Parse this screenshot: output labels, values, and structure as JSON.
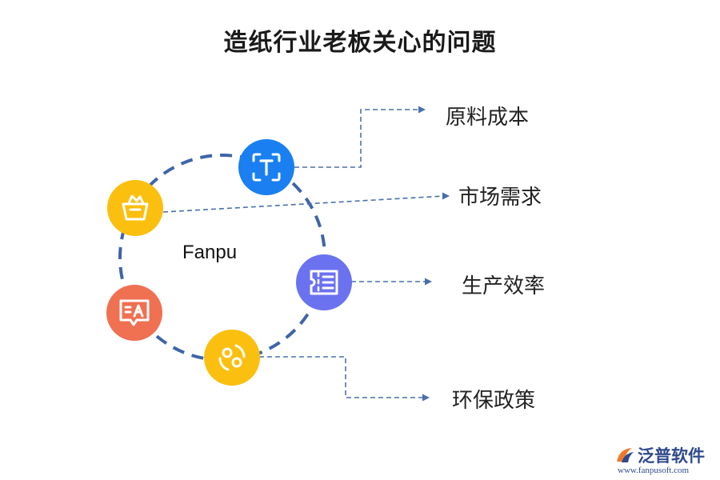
{
  "title": "造纸行业老板关心的问题",
  "center_label": "Fanpu",
  "items": [
    {
      "label": "原料成本",
      "color": "#1a7ff0",
      "icon": "text-frame-icon"
    },
    {
      "label": "市场需求",
      "color": "#fbbf0f",
      "icon": "basket-icon"
    },
    {
      "label": "生产效率",
      "color": "#6b72f0",
      "icon": "ticket-list-icon"
    },
    {
      "label": "环保政策",
      "color": "#fbbf0f",
      "icon": "recycle-icon"
    }
  ],
  "extra_node": {
    "color": "#f07052",
    "icon": "text-translate-icon"
  },
  "ring_color": "#3f65a8",
  "connector_color": "#4a6fab",
  "logo": {
    "name": "泛普软件",
    "url": "www.fanpusoft.com",
    "icon": "fanpu-logo-icon"
  }
}
